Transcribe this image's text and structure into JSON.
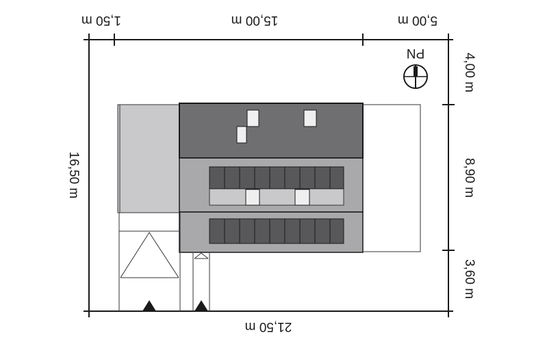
{
  "plan": {
    "compass_label": "PN",
    "dimensions": {
      "top_left": "1,50 m",
      "top_middle": "15,00 m",
      "top_right": "5,00 m",
      "bottom_total": "21,50 m",
      "left_total": "16,50 m",
      "right_top": "4,00 m",
      "right_middle": "8,90 m",
      "right_bottom": "3,60 m"
    },
    "colors": {
      "roof_dark": "#6f6f71",
      "roof_mid": "#a9a9ab",
      "roof_light": "#c9c9cb",
      "solar_panel": "#58585a",
      "skylight": "#efeff0",
      "outline": "#1a1a1a"
    }
  }
}
